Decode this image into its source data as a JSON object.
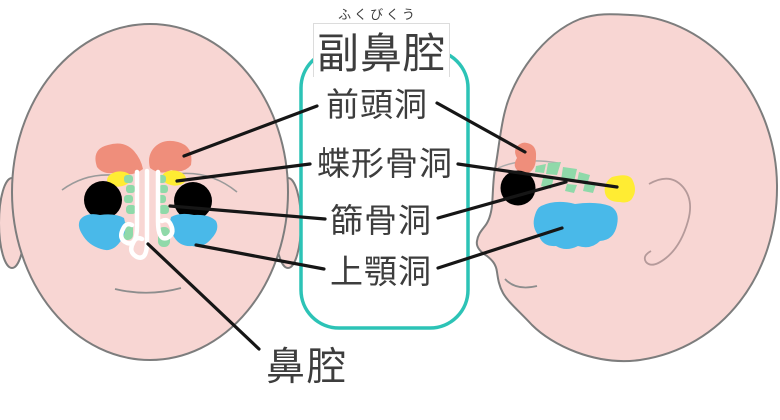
{
  "title": {
    "furigana": "ふくびくう",
    "text": "副鼻腔"
  },
  "sinus_labels": {
    "frontal": "前頭洞",
    "sphenoid": "蝶形骨洞",
    "ethmoid": "篩骨洞",
    "maxillary": "上顎洞"
  },
  "nasal_cavity_label": "鼻腔",
  "colors": {
    "skin": "#f8d6d3",
    "outline": "#7d7d7d",
    "frontal": "#ef8e7b",
    "sphenoid": "#ffec33",
    "ethmoid": "#8fd9a9",
    "maxillary": "#49b9e9",
    "frame": "#2cc3b6",
    "leader": "#161616",
    "text": "#3d3d3d",
    "nasal": "#ffffff",
    "detail": "#9a9a9a",
    "ear": "#b59a9a"
  }
}
